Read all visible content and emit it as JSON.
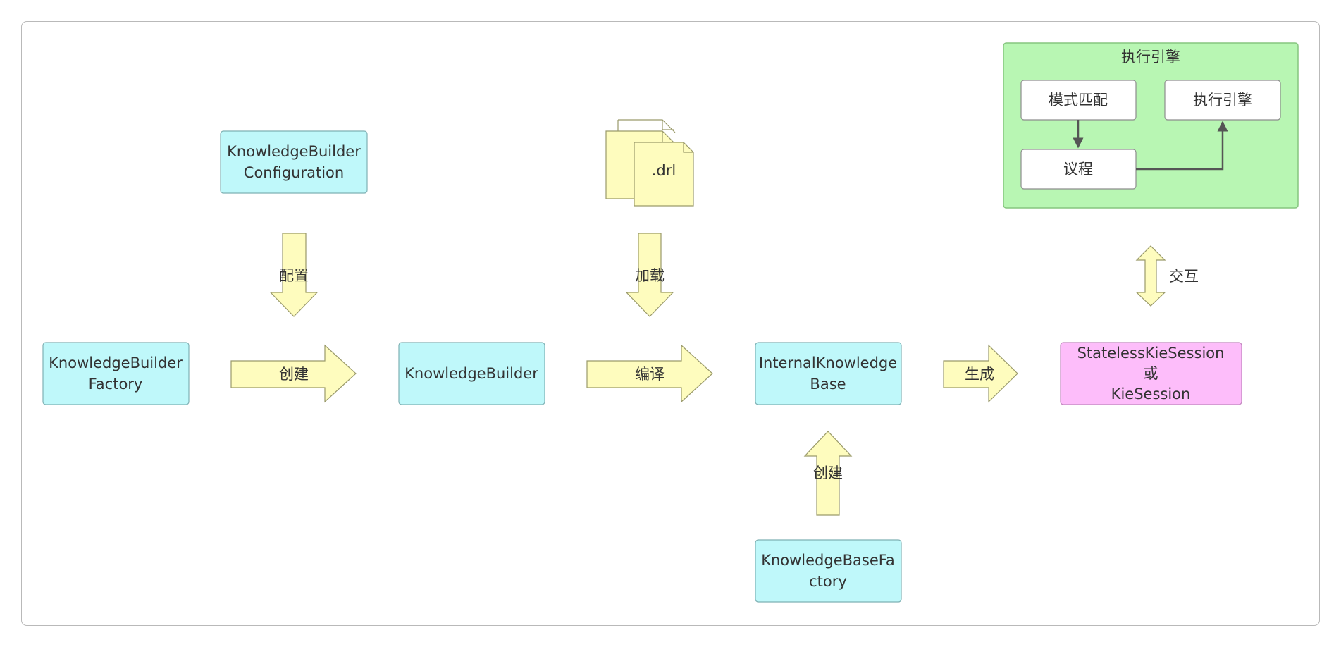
{
  "nodes": {
    "kb_config": [
      "KnowledgeBuilder",
      "Configuration"
    ],
    "kb_factory": [
      "KnowledgeBuilder",
      "Factory"
    ],
    "kb": [
      "KnowledgeBuilder"
    ],
    "ikb": [
      "InternalKnowledge",
      "Base"
    ],
    "kbase_factory": [
      "KnowledgeBaseFa",
      "ctory"
    ],
    "session": [
      "StatelessKieSession",
      "或",
      "KieSession"
    ],
    "drl": ".drl"
  },
  "group": {
    "title": "执行引擎",
    "pattern_match": "模式匹配",
    "exec_engine": "执行引擎",
    "agenda": "议程"
  },
  "arrows": {
    "configure": "配置",
    "create_builder": "创建",
    "load": "加载",
    "compile": "编译",
    "create_kbase": "创建",
    "generate": "生成",
    "interact": "交互"
  },
  "colors": {
    "node_fill": "#bff8fa",
    "session_fill": "#fdbdfa",
    "arrow_fill": "#fefcbe",
    "group_fill": "#b8f6b3"
  }
}
